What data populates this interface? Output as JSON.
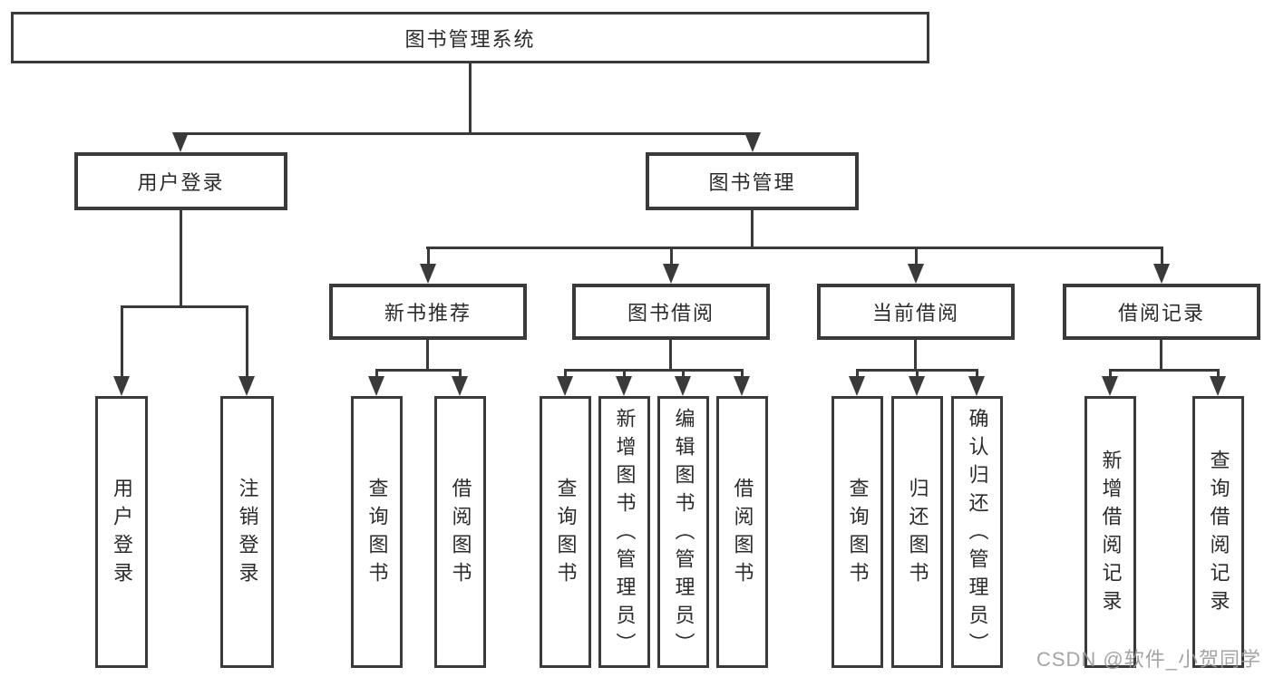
{
  "diagram": {
    "root": {
      "label": "图书管理系统"
    },
    "level2": {
      "user": {
        "label": "用户登录",
        "leaves": [
          "用户登录",
          "注销登录"
        ]
      },
      "book": {
        "label": "图书管理"
      }
    },
    "level3": {
      "recommend": {
        "label": "新书推荐",
        "leaves": [
          "查询图书",
          "借阅图书"
        ]
      },
      "borrow": {
        "label": "图书借阅",
        "leaves": [
          "查询图书",
          "新增图书（管理员）",
          "编辑图书（管理员）",
          "借阅图书"
        ]
      },
      "current": {
        "label": "当前借阅",
        "leaves": [
          "查询图书",
          "归还图书",
          "确认归还（管理员）"
        ]
      },
      "records": {
        "label": "借阅记录",
        "leaves": [
          "新增借阅记录",
          "查询借阅记录"
        ]
      }
    },
    "colors": {
      "line": "#3a3a3a",
      "text": "#2b2b2b",
      "watermark": "#9b9b9b"
    }
  },
  "watermark": {
    "text": "CSDN @软件_小贺同学"
  }
}
